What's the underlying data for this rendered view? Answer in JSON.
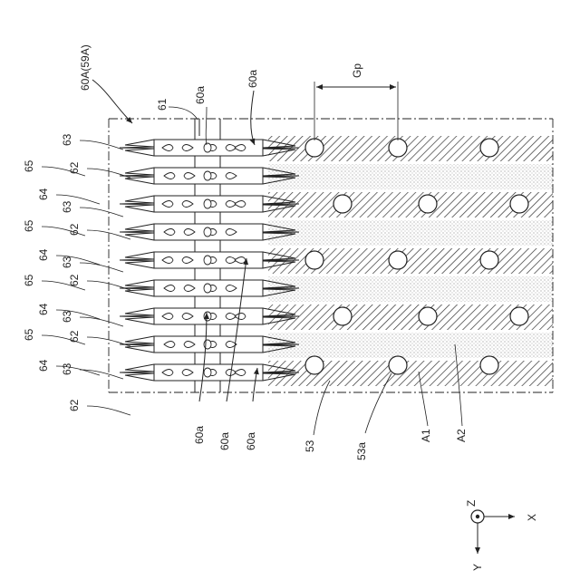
{
  "figure": {
    "title_label": "60A(59A)",
    "pitch_label": "Gp",
    "label_61": "61",
    "labels_top": [
      "60a",
      "60a"
    ],
    "labels_bottom": [
      "60a",
      "60a",
      "60a"
    ],
    "left_labels": [
      "63",
      "62",
      "65",
      "64",
      "63",
      "62",
      "65",
      "64",
      "63",
      "62",
      "65",
      "64",
      "63",
      "62",
      "65",
      "64",
      "63",
      "62"
    ],
    "bottom_labels": [
      "53",
      "53a",
      "A1",
      "A2"
    ],
    "axes": {
      "z": "Z",
      "x": "X",
      "y": "Y"
    }
  }
}
